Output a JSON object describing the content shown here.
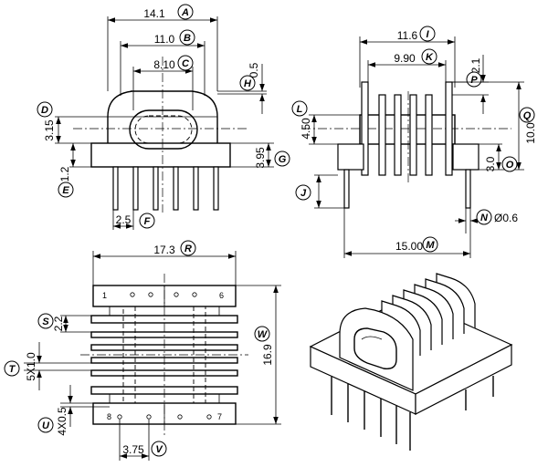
{
  "dimensions": {
    "A": {
      "letter": "A",
      "value": "14.1"
    },
    "B": {
      "letter": "B",
      "value": "11.0"
    },
    "C": {
      "letter": "C",
      "value": "8.10"
    },
    "D": {
      "letter": "D",
      "value": "3.15"
    },
    "E": {
      "letter": "E",
      "value": "1.2"
    },
    "F": {
      "letter": "F",
      "value": "2.5"
    },
    "G": {
      "letter": "G",
      "value": "3.95"
    },
    "H": {
      "letter": "H",
      "value": "0.5"
    },
    "I": {
      "letter": "I",
      "value": "11.6"
    },
    "J": {
      "letter": "J",
      "value": ""
    },
    "K": {
      "letter": "K",
      "value": "9.90"
    },
    "L": {
      "letter": "L",
      "value": "4.50"
    },
    "M": {
      "letter": "M",
      "value": "15.00"
    },
    "N": {
      "letter": "N",
      "value": "Ø0.6"
    },
    "O": {
      "letter": "O",
      "value": "3.0"
    },
    "P": {
      "letter": "P",
      "value": "2.1"
    },
    "Q": {
      "letter": "Q",
      "value": "10.0"
    },
    "R": {
      "letter": "R",
      "value": "17.3"
    },
    "S": {
      "letter": "S",
      "value": "2.2"
    },
    "T": {
      "letter": "T",
      "value": "5X1.0"
    },
    "U": {
      "letter": "U",
      "value": "4X0.5"
    },
    "V": {
      "letter": "V",
      "value": "3.75"
    },
    "W": {
      "letter": "W",
      "value": "16.9"
    }
  },
  "pins": {
    "p1": "1",
    "p6": "6",
    "p7": "7",
    "p8": "8"
  }
}
